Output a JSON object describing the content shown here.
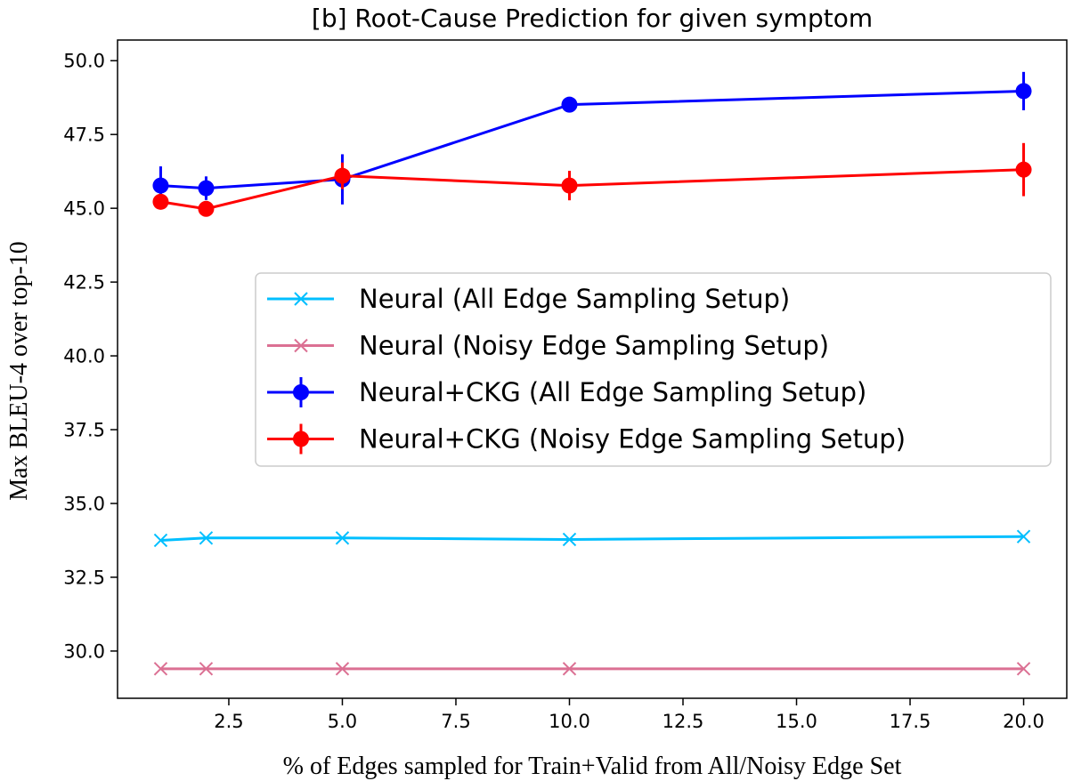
{
  "chart_data": {
    "type": "line",
    "title": "[b] Root-Cause Prediction for given symptom",
    "xlabel": "% of Edges sampled for Train+Valid from All/Noisy Edge Set",
    "ylabel": "Max BLEU-4 over top-10",
    "x": [
      1,
      2,
      5,
      10,
      20
    ],
    "xlim": [
      0.05,
      20.95
    ],
    "ylim": [
      28.4,
      50.7
    ],
    "xticks": [
      2.5,
      5.0,
      7.5,
      10.0,
      12.5,
      15.0,
      17.5,
      20.0
    ],
    "xtick_labels": [
      "2.5",
      "5.0",
      "7.5",
      "10.0",
      "12.5",
      "15.0",
      "17.5",
      "20.0"
    ],
    "yticks": [
      30.0,
      32.5,
      35.0,
      37.5,
      40.0,
      42.5,
      45.0,
      47.5,
      50.0
    ],
    "ytick_labels": [
      "30.0",
      "32.5",
      "35.0",
      "37.5",
      "40.0",
      "42.5",
      "45.0",
      "47.5",
      "50.0"
    ],
    "grid": false,
    "legend_position": "center-right",
    "series": [
      {
        "name": "Neural (All Edge Sampling Setup)",
        "color": "#00bfff",
        "marker": "x",
        "values": [
          33.75,
          33.83,
          33.83,
          33.78,
          33.88
        ]
      },
      {
        "name": "Neural (Noisy Edge Sampling Setup)",
        "color": "#db7093",
        "marker": "x",
        "values": [
          29.4,
          29.4,
          29.4,
          29.4,
          29.4
        ]
      },
      {
        "name": "Neural+CKG (All Edge Sampling Setup)",
        "color": "#0000ff",
        "marker": "o",
        "values": [
          45.77,
          45.68,
          45.98,
          48.51,
          48.97
        ],
        "errors": [
          0.65,
          0.4,
          0.85,
          0.0,
          0.65
        ]
      },
      {
        "name": "Neural+CKG (Noisy Edge Sampling Setup)",
        "color": "#ff0000",
        "marker": "o",
        "values": [
          45.22,
          44.98,
          46.1,
          45.77,
          46.31
        ],
        "errors": [
          0.0,
          0.0,
          0.45,
          0.5,
          0.9
        ]
      }
    ]
  }
}
